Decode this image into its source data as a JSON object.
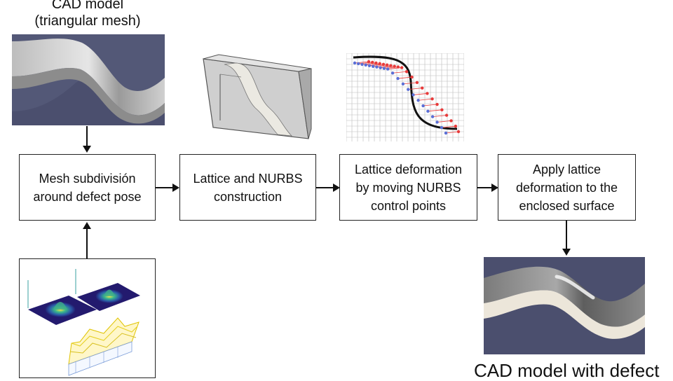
{
  "cad_model": {
    "title": "CAD model",
    "subtitle": "(triangular mesh)"
  },
  "flow": {
    "steps": [
      {
        "label": "Mesh subdivisión\naround defect pose"
      },
      {
        "label": "Lattice and NURBS\nconstruction"
      },
      {
        "label": "Lattice deformation\nby moving NURBS\ncontrol points"
      },
      {
        "label": "Apply lattice\ndeformation to the\nenclosed surface"
      }
    ]
  },
  "result": {
    "title": "CAD model with defect"
  },
  "colors": {
    "viewport_bg": "#4b4f6e",
    "mesh_light": "#d9d9d9",
    "defect_surface": "#ece6da",
    "control_points_red": "#e83a3a",
    "control_points_blue": "#5a6fd6",
    "box_border": "#222222"
  }
}
